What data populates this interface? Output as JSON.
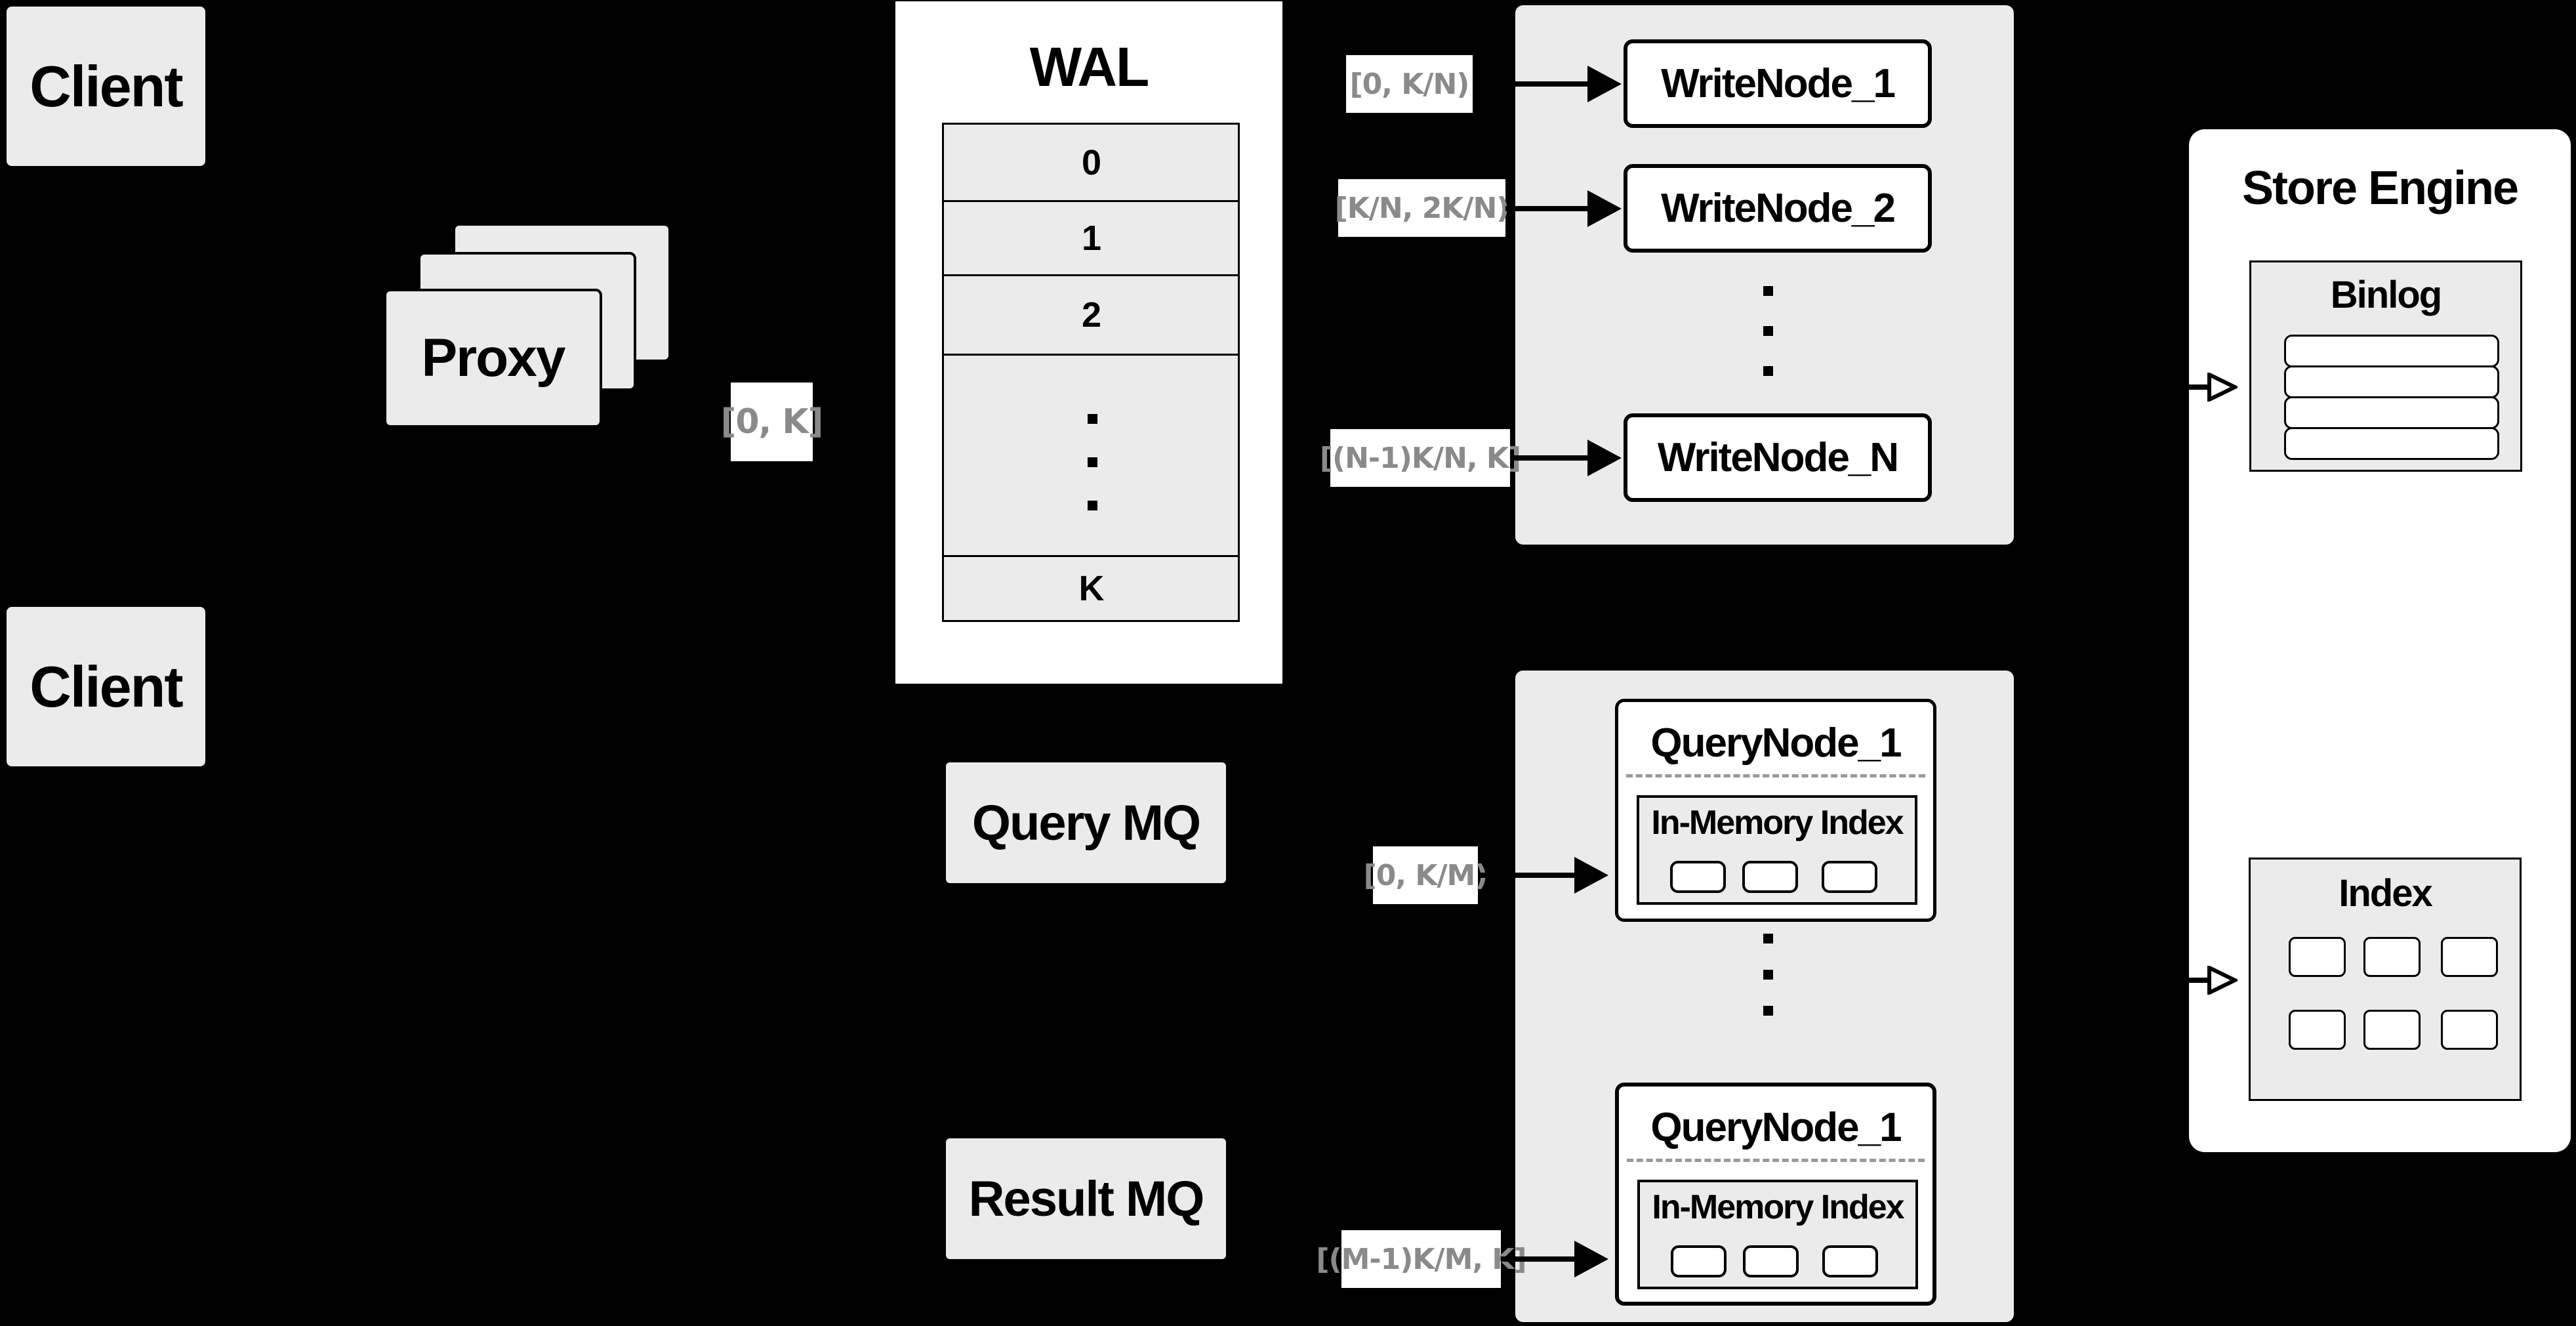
{
  "colors": {
    "background": "#000000",
    "box_gray": "#ebebeb",
    "box_white": "#ffffff",
    "border_black": "#000000",
    "range_label_text": "#8a8a8a",
    "dashed_divider": "#999999"
  },
  "clients": {
    "top": "Client",
    "bottom": "Client"
  },
  "proxy": {
    "label": "Proxy"
  },
  "range_labels": {
    "proxy_to_wal": "[0, K]",
    "write": [
      "[0, K/N)",
      "[K/N, 2K/N)",
      "[(N-1)K/N, K]"
    ],
    "query": [
      "[0, K/M)",
      "[(M-1)K/M, K]"
    ]
  },
  "wal": {
    "title": "WAL",
    "segments": [
      "0",
      "1",
      "2"
    ],
    "last_segment": "K"
  },
  "write_nodes": [
    "WriteNode_1",
    "WriteNode_2",
    "WriteNode_N"
  ],
  "message_queues": {
    "query": "Query MQ",
    "result": "Result MQ"
  },
  "query_nodes": [
    {
      "title": "QueryNode_1",
      "panel_title": "In-Memory Index"
    },
    {
      "title": "QueryNode_1",
      "panel_title": "In-Memory Index"
    }
  ],
  "store_engine": {
    "title": "Store Engine",
    "binlog_title": "Binlog",
    "index_title": "Index"
  }
}
